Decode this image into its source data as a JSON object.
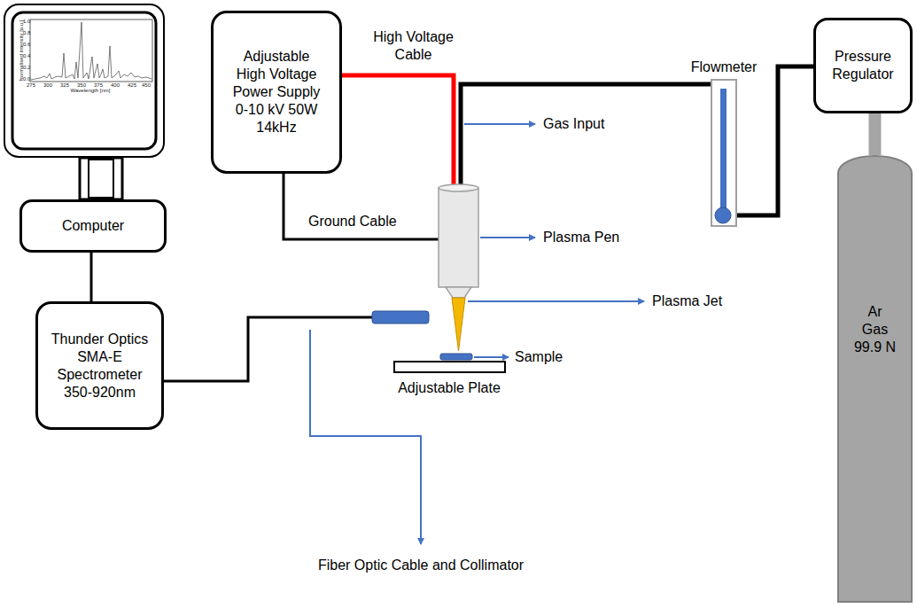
{
  "diagram": {
    "nodes": [
      {
        "text": [
          "Adjustable High Voltage Power Supply 0-10 kV 50W 14kHz"
        ]
      },
      {
        "text": [
          "Computer"
        ]
      },
      {
        "text": [
          "Thunder Optics SMA-E Spectrometer 350-920nm"
        ]
      },
      {
        "text": [
          "Pressure Regulator"
        ]
      },
      {
        "text": [
          "Ar Gas 99.9 N"
        ]
      }
    ],
    "edges": [
      {
        "from": 1,
        "to": 2,
        "arrow": "none"
      },
      {
        "from": 3,
        "to": 4,
        "arrow": "none"
      }
    ],
    "labels": [
      "High Voltage Cable",
      "Flowmeter",
      "Gas Input",
      "Plasma Pen",
      "Plasma Jet",
      "Sample",
      "Adjustable Plate",
      "Ground Cable",
      "Fiber Optic Cable and Collimator",
      "Wavelength [nm]",
      "Normalised intensity [a.u.]",
      "275",
      "300",
      "325",
      "350",
      "375",
      "400",
      "425",
      "450",
      "0.0",
      "0.2",
      "0.4",
      "0.6",
      "0.8",
      "1.0"
    ]
  }
}
